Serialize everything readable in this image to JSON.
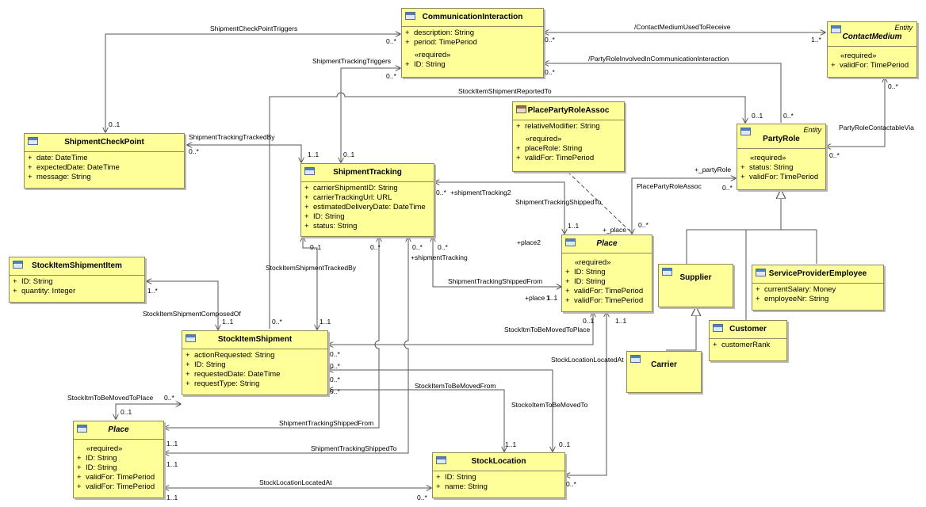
{
  "classes": {
    "communication_interaction": {
      "name": "CommunicationInteraction",
      "attrs": [
        "description: String",
        "period: TimePeriod"
      ],
      "stereotype": "«required»",
      "req_attrs": [
        "ID: String"
      ]
    },
    "contact_medium": {
      "name": "ContactMedium",
      "tag": "Entity",
      "stereotype": "«required»",
      "req_attrs": [
        "validFor: TimePeriod"
      ]
    },
    "shipment_check_point": {
      "name": "ShipmentCheckPoint",
      "attrs": [
        "date: DateTime",
        "expectedDate: DateTime",
        "message: String"
      ]
    },
    "place_party_role_assoc": {
      "name": "PlacePartyRoleAssoc",
      "attrs": [
        "relativeModifier: String"
      ],
      "stereotype": "«required»",
      "req_attrs": [
        "placeRole: String",
        "validFor: TimePeriod"
      ]
    },
    "party_role": {
      "name": "PartyRole",
      "tag": "Entity",
      "stereotype": "«required»",
      "req_attrs": [
        "status: String",
        "validFor: TimePeriod"
      ]
    },
    "shipment_tracking": {
      "name": "ShipmentTracking",
      "attrs": [
        "carrierShipmentID: String",
        "carrierTrackingUrl: URL",
        "estimatedDeliveryDate: DateTime",
        "ID: String",
        "status: String"
      ]
    },
    "stock_item_shipment_item": {
      "name": "StockItemShipmentItem",
      "attrs": [
        "ID: String",
        "quantity: Integer"
      ]
    },
    "place_right": {
      "name": "Place",
      "stereotype": "«required»",
      "req_attrs": [
        "ID: String",
        "ID: String",
        "validFor: TimePeriod",
        "validFor: TimePeriod"
      ]
    },
    "supplier": {
      "name": "Supplier"
    },
    "service_provider_employee": {
      "name": "ServiceProviderEmployee",
      "attrs": [
        "currentSalary: Money",
        "employeeNr: String"
      ]
    },
    "customer": {
      "name": "Customer",
      "attrs": [
        "customerRank"
      ]
    },
    "carrier": {
      "name": "Carrier"
    },
    "stock_item_shipment": {
      "name": "StockItemShipment",
      "attrs": [
        "actionRequested: String",
        "ID: String",
        "requestedDate: DateTime",
        "requestType: String"
      ]
    },
    "place_left": {
      "name": "Place",
      "stereotype": "«required»",
      "req_attrs": [
        "ID: String",
        "ID: String",
        "validFor: TimePeriod",
        "validFor: TimePeriod"
      ]
    },
    "stock_location": {
      "name": "StockLocation",
      "attrs": [
        "ID: String",
        "name: String"
      ]
    }
  },
  "visibility_mark": "+",
  "labels": {
    "shipment_checkpoint_triggers": "ShipmentCheckPointTriggers",
    "contact_medium_used_to_receive": "/ContactMediumUsedToReceive",
    "party_role_involved": "/PartyRoleInvolvedInCommunicationInteraction",
    "shipment_tracking_triggers": "ShipmentTrackingTriggers",
    "stockitem_shipment_reported_to": "StockItemShipmentReportedTo",
    "party_role_contactable_via": "PartyRoleContactableVia",
    "shipment_tracking_tracked_by": "ShipmentTrackingTrackedBy",
    "party_role_end": "+_partyRole",
    "place_party_role_assoc_lbl": "PlacePartyRoleAssoc",
    "shipment_tracking2": "+shipmentTracking2",
    "shipment_tracking_shipped_to_top": "ShipmentTrackingShippedTo",
    "place_end": "+_place",
    "place2": "+place2",
    "shipment_tracking_end": "+shipmentTracking",
    "stockitem_shipment_tracked_by": "StockItemShipmentTrackedBy",
    "shipment_tracking_shipped_from_top": "ShipmentTrackingShippedFrom",
    "place1": "+place 1",
    "stockitem_shipment_composed_of": "StockItemShipmentComposedOf",
    "stockitm_to_be_moved_to_place_right": "StockItmToBeMovedToPlace",
    "stock_location_located_at_right": "StockLocationLocatedAt",
    "stockitm_to_be_moved_to_place_left": "StockItmToBeMovedToPlace",
    "stockitem_to_be_moved_from": "StockItemToBeMovedFrom",
    "stockoitem_to_be_moved_to": "StockoItemToBeMovedTo",
    "shipment_tracking_shipped_from_bottom": "ShipmentTrackingShippedFrom",
    "shipment_tracking_shipped_to_bottom": "ShipmentTrackingShippedTo",
    "stock_location_located_at_bottom": "StockLocationLocatedAt"
  },
  "multiplicities": {
    "m_zero_many": "0..*",
    "m_zero_one": "0..1",
    "m_one_one": "1..1",
    "m_one_many": "1..*"
  },
  "colors": {
    "class_fill": "#ffff99",
    "class_border": "#8c8c5a",
    "line": "#555555"
  }
}
